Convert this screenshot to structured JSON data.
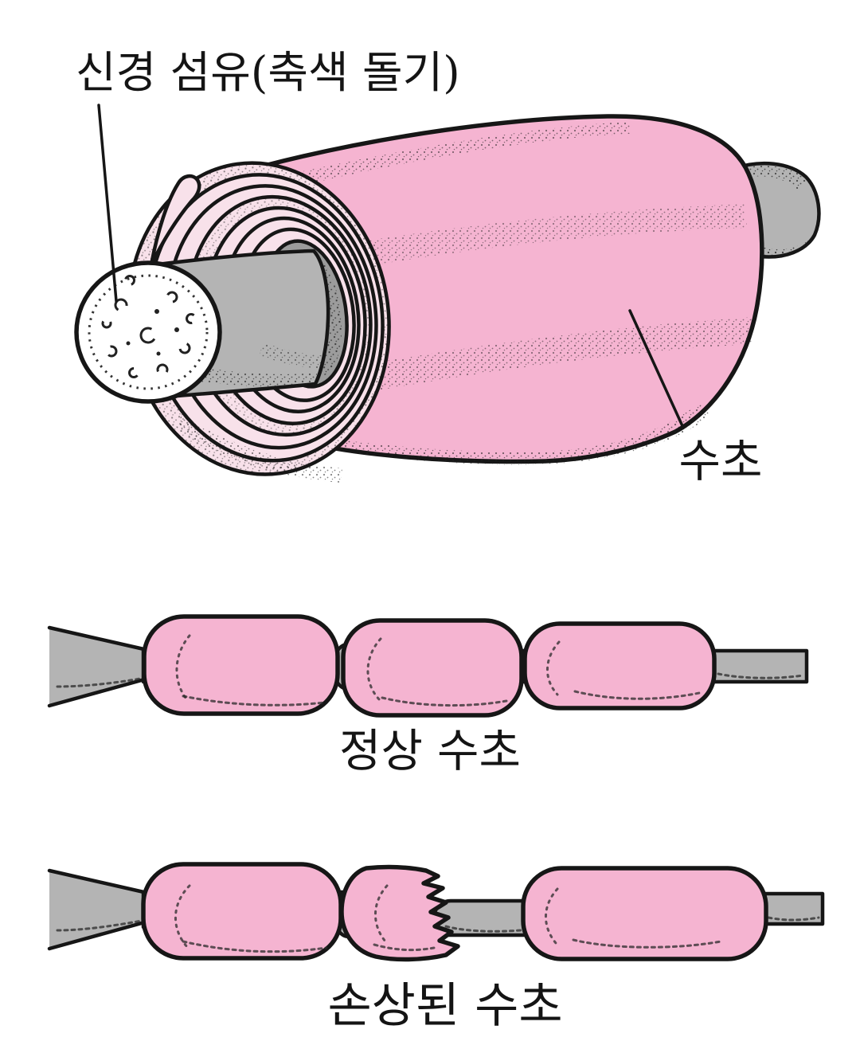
{
  "figure": {
    "type": "medical-illustration",
    "subject": "nerve-fiber-myelin-sheath",
    "background": "#ffffff",
    "colors": {
      "myelin_pink": "#f5b4d1",
      "ring_pink": "#f8e1ea",
      "axon_gray": "#b4b4b4",
      "shadow_gray": "#9c9c9c",
      "outline": "#161616"
    },
    "top": {
      "label_nerve_fiber": "신경 섬유(축색 돌기)",
      "label_myelin": "수초"
    },
    "middle": {
      "caption": "정상 수초"
    },
    "bottom": {
      "caption": "손상된 수초"
    }
  }
}
